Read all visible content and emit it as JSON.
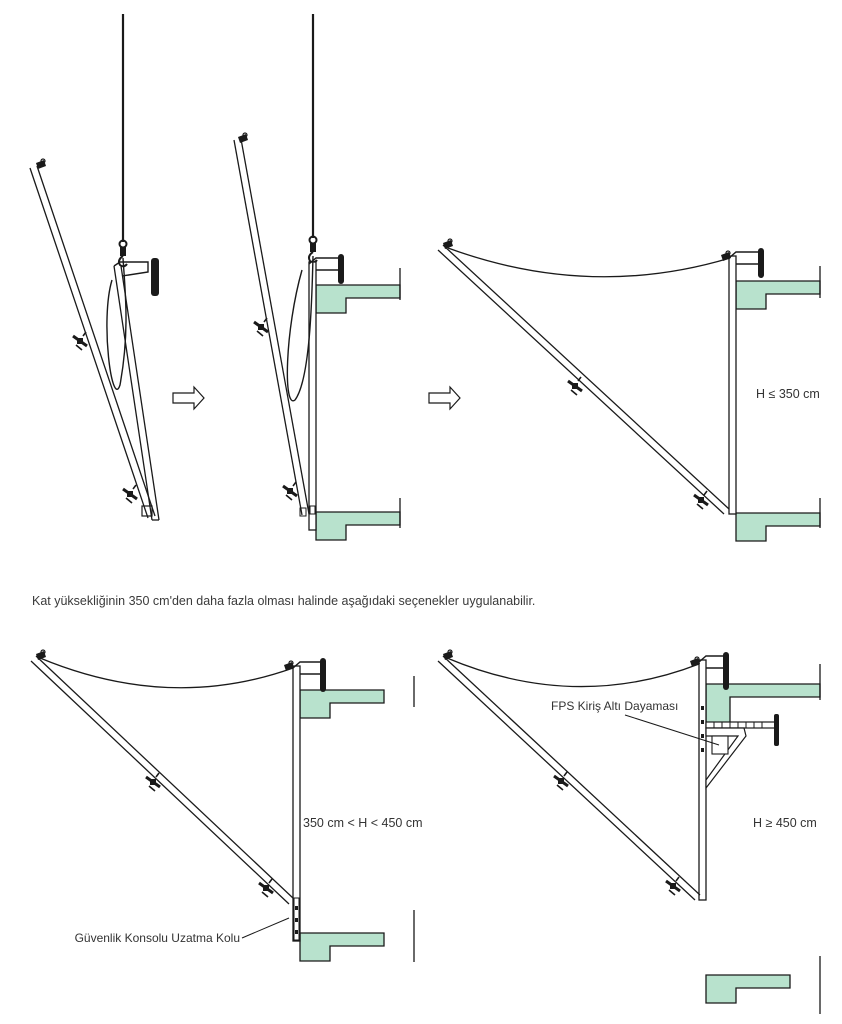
{
  "caption": "Kat yüksekliğinin 350 cm'den daha fazla olması halinde aşağıdaki seçenekler uygulanabilir.",
  "labels": {
    "step3_height": "H ≤ 350 cm",
    "option1_height": "350 cm < H < 450 cm",
    "option1_part": "Güvenlik Konsolu Uzatma Kolu",
    "option2_height": "H ≥ 450 cm",
    "option2_part": "FPS Kiriş Altı Dayaması"
  },
  "colors": {
    "slab": "#b8e2cd",
    "line": "#1a1a1a"
  }
}
